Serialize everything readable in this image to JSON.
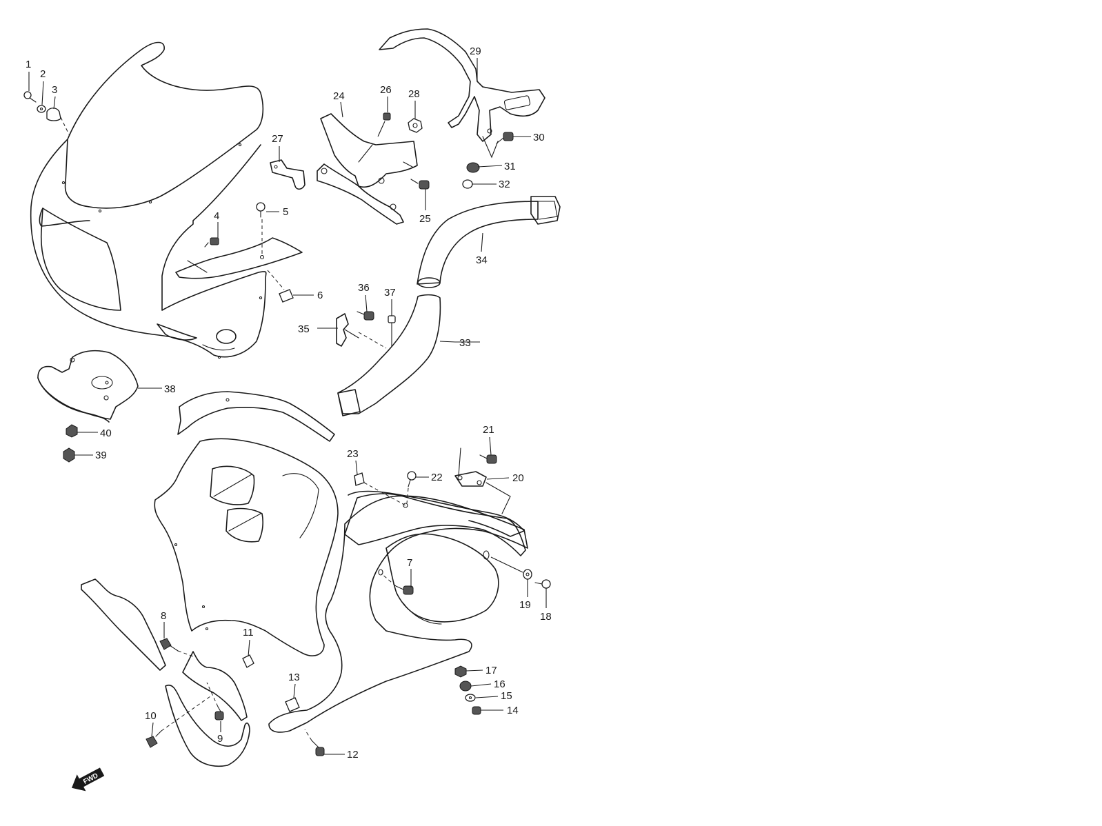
{
  "colors": {
    "line": "#1a1a1a",
    "background": "#ffffff"
  },
  "direction_badge": "FWD",
  "callouts": {
    "c1": "1",
    "c2": "2",
    "c3": "3",
    "c4": "4",
    "c5": "5",
    "c6": "6",
    "c7": "7",
    "c8": "8",
    "c9": "9",
    "c10": "10",
    "c11": "11",
    "c12": "12",
    "c13": "13",
    "c14": "14",
    "c15": "15",
    "c16": "16",
    "c17": "17",
    "c18": "18",
    "c19": "19",
    "c20": "20",
    "c21": "21",
    "c22": "22",
    "c23": "23",
    "c24": "24",
    "c25": "25",
    "c26": "26",
    "c27": "27",
    "c28": "28",
    "c29": "29",
    "c30": "30",
    "c31": "31",
    "c32": "32",
    "c33": "33",
    "c34": "34",
    "c35": "35",
    "c36": "36",
    "c37": "37",
    "c38": "38",
    "c39": "39",
    "c40": "40"
  }
}
